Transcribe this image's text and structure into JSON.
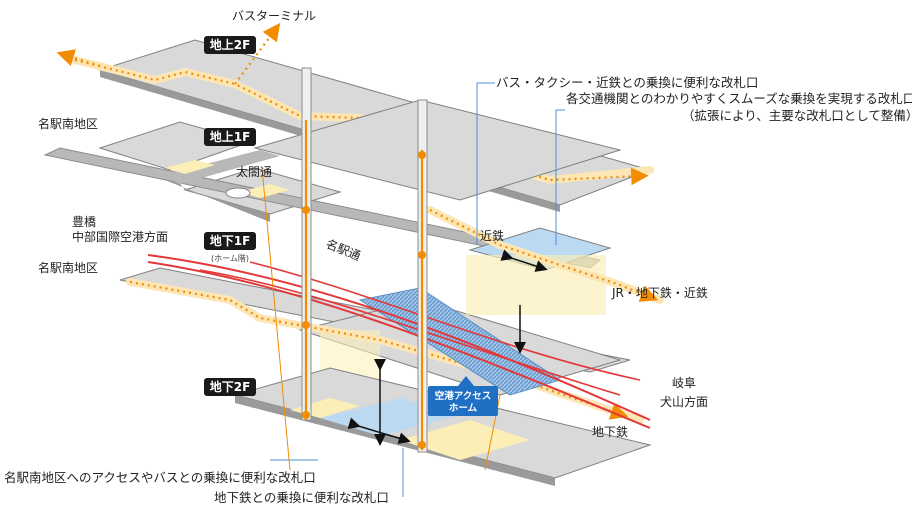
{
  "levels": {
    "above_2f": "地上2F",
    "above_1f": "地上1F",
    "below_1f": "地下1F",
    "below_1f_sub": "(ホーム階)",
    "below_2f": "地下2F"
  },
  "places": {
    "bus_terminal": "バスターミナル",
    "meieki_south_upper": "名駅南地区",
    "taikodori": "太閤通",
    "meiekidori": "名駅通",
    "toyohashi": "豊橋",
    "chubu_airport": "中部国際空港方面",
    "meieki_south_lower": "名駅南地区",
    "kintetsu": "近鉄",
    "jr_subway_kintetsu": "JR・地下鉄・近鉄",
    "gifu": "岐阜",
    "inuyama": "犬山方面",
    "subway": "地下鉄",
    "airport_platform_line1": "空港アクセス",
    "airport_platform_line2": "ホーム"
  },
  "notes": {
    "bus_taxi_kintetsu": "バス・タクシー・近鉄との乗換に便利な改札口",
    "smooth_transfer_line1": "各交通機関とのわかりやすくスムーズな乗換を実現する改札口",
    "smooth_transfer_line2": "（拡張により、主要な改札口として整備）",
    "south_access_bus": "名駅南地区へのアクセスやバスとの乗換に便利な改札口",
    "subway_transfer": "地下鉄との乗換に便利な改札口"
  },
  "colors": {
    "floor": "#dcdcdc",
    "floor_edge": "#7f7f7f",
    "road": "#b8b8b8",
    "path_dotted": "#f28c00",
    "path_glow": "#fde6b5",
    "rail": "#e2383a",
    "level_badge": "#1a1a1a",
    "callout_line": "#4a90d9",
    "area_blue": "#bcd9f2",
    "area_yellow": "#fbeeb6",
    "airport_badge": "#1f6fc4"
  }
}
